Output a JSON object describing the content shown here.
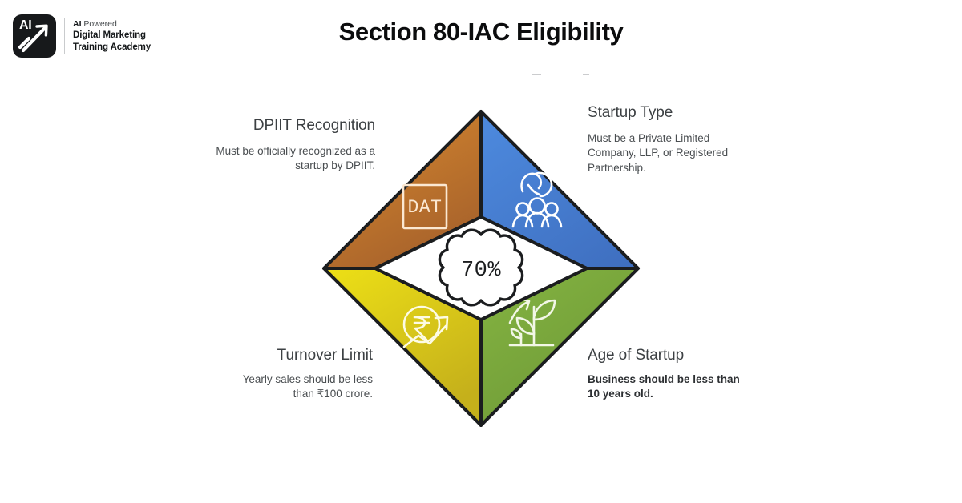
{
  "brand": {
    "logo_badge_text": "AI",
    "logo_icon": "upward-arrow-icon",
    "line1_strong": "AI",
    "line1_rest": " Powered",
    "line2": "Digital Marketing",
    "line3": "Training Academy"
  },
  "header": {
    "title": "Section 80-IAC Eligibility"
  },
  "center_badge": {
    "value": "70%",
    "shape": "scalloped-badge"
  },
  "colors": {
    "orange": "#CE7F2D",
    "orange_dark": "#A8632B",
    "blue": "#4784D6",
    "blue_dark": "#3F6FC0",
    "yellow": "#E5D418",
    "yellow_dark": "#C9B81A",
    "green": "#7FAD3F",
    "green_dark": "#6E9A37",
    "outline": "#1b1d1f",
    "center_fill": "#ffffff",
    "title_text": "#0b0c0d",
    "label_text": "#3c4043",
    "body_text": "#4a4e51"
  },
  "quadrants": [
    {
      "id": "dpiit-recognition",
      "position": "top-left",
      "title": "DPIIT Recognition",
      "body": "Must be officially recognized as a startup by DPIIT.",
      "body_bold": false,
      "color": "#CE7F2D",
      "icon": "certificate-document-icon",
      "icon_text": "DAT"
    },
    {
      "id": "startup-type",
      "position": "top-right",
      "title": "Startup Type",
      "body": "Must be a Private Limited Company, LLP, or Registered Partnership.",
      "body_bold": false,
      "color": "#4784D6",
      "icon": "people-group-icon"
    },
    {
      "id": "turnover-limit",
      "position": "bottom-left",
      "title": "Turnover Limit",
      "body": "Yearly sales should be less than ₹100 crore.",
      "body_bold": false,
      "color": "#E5D418",
      "icon": "rupee-growth-arrow-icon"
    },
    {
      "id": "age-of-startup",
      "position": "bottom-right",
      "title": "Age of Startup",
      "body": "Business should be less than 10 years old.",
      "body_bold": true,
      "color": "#7FAD3F",
      "icon": "growing-plant-icon"
    }
  ]
}
